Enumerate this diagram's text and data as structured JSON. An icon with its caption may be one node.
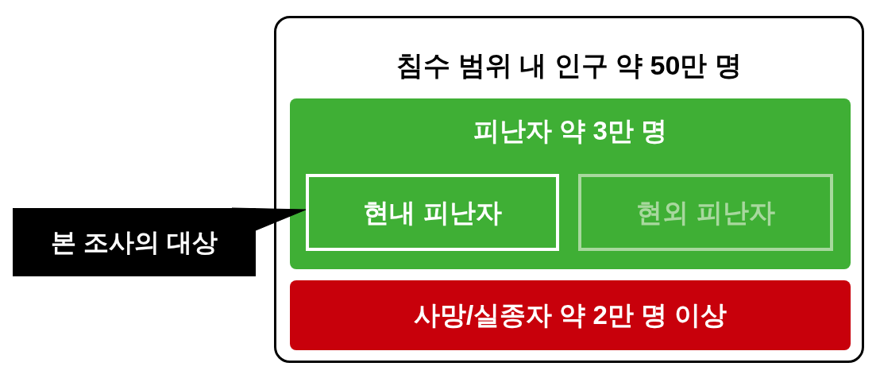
{
  "diagram": {
    "nodes": [
      {
        "text": [
          "침수 범위 내 인구 약 50만 명"
        ]
      },
      {
        "text": [
          "피난자 약 3만 명"
        ],
        "in": 0
      },
      {
        "text": [
          "현내 피난자"
        ],
        "in": 1
      },
      {
        "text": [
          "현외 피난자"
        ],
        "in": 1
      },
      {
        "text": [
          "사망/실종자 약 2만 명 이상"
        ],
        "in": 0
      },
      {
        "text": [
          "본 조사의 대상"
        ]
      }
    ],
    "edges": [
      {
        "from": 5,
        "to": 2,
        "arrow": "none"
      }
    ]
  }
}
